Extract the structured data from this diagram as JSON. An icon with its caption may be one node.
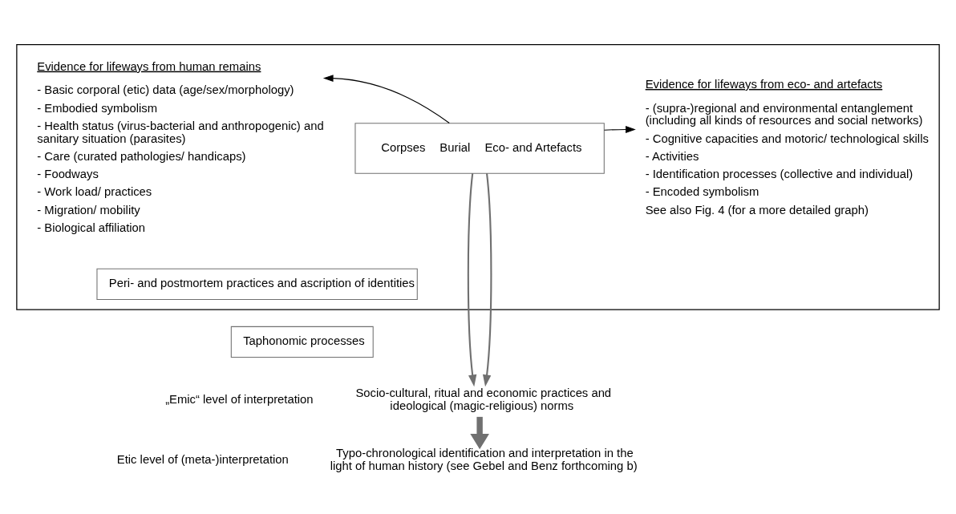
{
  "diagram": {
    "nodes": [
      {
        "text": [],
        "shape": "box"
      },
      {
        "text": [
          "Evidence for lifeways from human remains",
          "- Basic corporal (etic) data (age/sex/morphology)",
          "- Embodied symbolism",
          "- Health status (virus-bacterial and anthropogenic) and sanitary situation (parasites)",
          "- Care (curated pathologies/ handicaps)",
          "- Foodways",
          "- Work load/ practices",
          "- Migration/ mobility",
          "- Biological affiliation"
        ],
        "in": 0
      },
      {
        "text": [
          "Corpses",
          "Burial",
          "Eco- and Artefacts"
        ],
        "in": 0
      },
      {
        "text": [
          "Evidence for lifeways from eco- and artefacts",
          "- (supra-)regional and environmental entanglement (including all kinds of resources and social networks)",
          "- Cognitive capacities and motoric/ technological skills",
          "- Activities",
          "- Identification processes (collective and individual)",
          "- Encoded symbolism",
          "See also Fig. 4 (for a more detailed graph)"
        ],
        "in": 0
      },
      {
        "text": [
          "Peri- and postmortem practices and ascription of identities"
        ],
        "in": 0
      },
      {
        "text": [
          "Taphonomic processes"
        ]
      },
      {
        "text": [
          "Socio-cultural, ritual and economic practices and ideological (magic-religious) norms"
        ]
      },
      {
        "text": [
          "Typo-chronological identification and interpretation in the light of human history (see Gebel and Benz forthcoming b)"
        ]
      }
    ],
    "edges": [
      {
        "from": 2,
        "to": 1,
        "arrow": "to",
        "color": "#000000"
      },
      {
        "from": 2,
        "to": 3,
        "arrow": "to",
        "color": "#000000"
      },
      {
        "from": 2,
        "to": 6,
        "arrow": "to"
      },
      {
        "from": 2,
        "to": 6,
        "arrow": "to"
      },
      {
        "from": 6,
        "to": 7,
        "arrow": "to",
        "style": "thick"
      }
    ],
    "labels": [
      "„Emic“ level of interpretation",
      "Etic level of (meta-)interpretation"
    ]
  }
}
